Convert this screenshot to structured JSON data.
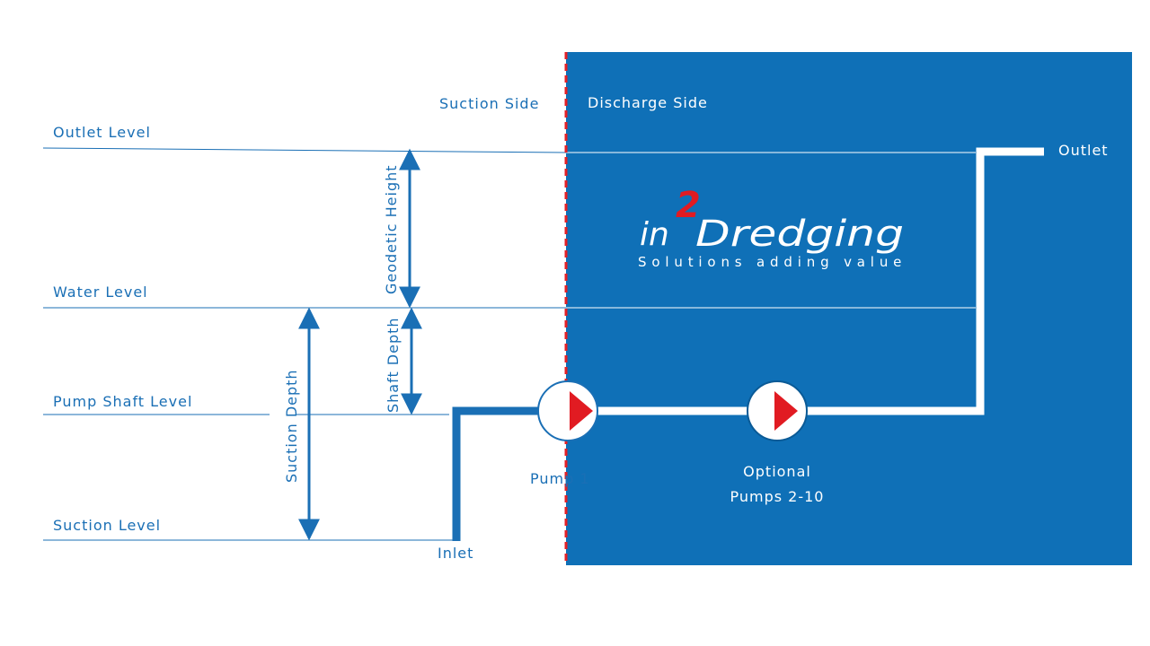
{
  "colors": {
    "blue": "#0f70b7",
    "label_blue": "#1a6fb5",
    "red_divider": "#e21f26",
    "pump_red": "#e11b22",
    "white": "#ffffff"
  },
  "sides": {
    "suction": "Suction Side",
    "discharge": "Discharge Side"
  },
  "levels": {
    "outlet": "Outlet Level",
    "water": "Water Level",
    "pump_shaft": "Pump Shaft Level",
    "suction": "Suction Level"
  },
  "dimensions": {
    "geodetic_height": "Geodetic Height",
    "shaft_depth": "Shaft Depth",
    "suction_depth": "Suction Depth"
  },
  "endpoints": {
    "inlet": "Inlet",
    "outlet": "Outlet"
  },
  "pumps": {
    "pump1": "Pump 1",
    "optional_line1": "Optional",
    "optional_line2": "Pumps 2-10"
  },
  "brand": {
    "prefix": "in",
    "superscript": "2",
    "name": "Dredging",
    "tagline": "Solutions adding value"
  }
}
